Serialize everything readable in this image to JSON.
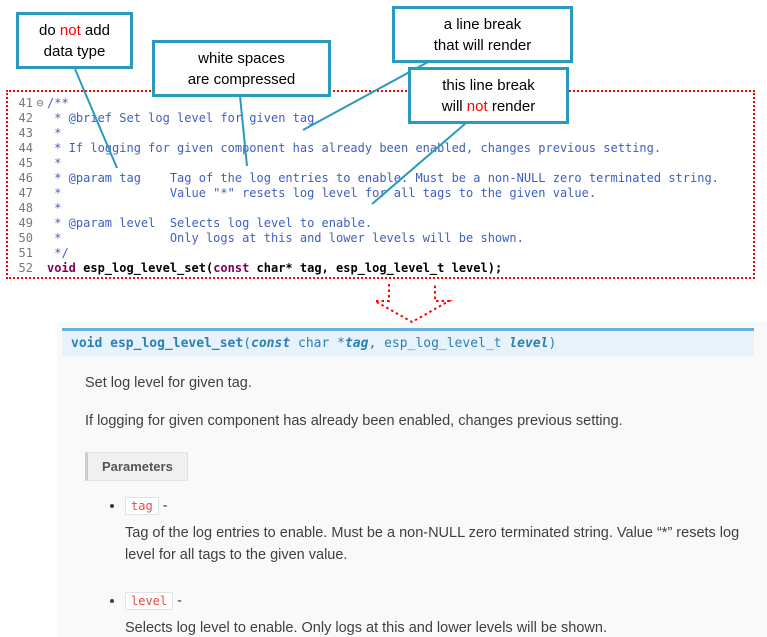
{
  "callouts": {
    "box1": {
      "l1a": "do ",
      "l1b": "not",
      "l1c": " add",
      "l2": "data type"
    },
    "box2": {
      "l1": "white spaces",
      "l2": "are compressed"
    },
    "box3": {
      "l1": "a line break",
      "l2": "that will render"
    },
    "box4": {
      "l1": "this line break",
      "l2a": "will ",
      "l2b": "not",
      "l2c": " render"
    }
  },
  "code": {
    "lines": [
      {
        "num": "41",
        "fold": "⊖",
        "text": "/**"
      },
      {
        "num": "42",
        "text": " * @brief Set log level for given tag"
      },
      {
        "num": "43",
        "text": " *"
      },
      {
        "num": "44",
        "text": " * If logging for given component has already been enabled, changes previous setting."
      },
      {
        "num": "45",
        "text": " *"
      },
      {
        "num": "46",
        "text": " * @param tag    Tag of the log entries to enable. Must be a non-NULL zero terminated string."
      },
      {
        "num": "47",
        "text": " *               Value \"*\" resets log level for all tags to the given value."
      },
      {
        "num": "48",
        "text": " *"
      },
      {
        "num": "49",
        "text": " * @param level  Selects log level to enable."
      },
      {
        "num": "50",
        "text": " *               Only logs at this and lower levels will be shown."
      },
      {
        "num": "51",
        "text": " */"
      },
      {
        "num": "52"
      }
    ],
    "line52": {
      "kw1": "void",
      "t1": " esp_log_level_set(",
      "kw2": "const",
      "t2": " char* tag, esp_log_level_t level);"
    }
  },
  "doc": {
    "signature": {
      "kw_void": "void",
      "name": " esp_log_level_set",
      "open": "(",
      "kw_const": "const",
      "type1": " char *",
      "arg1": "tag",
      "sep": ", ",
      "type2": "esp_log_level_t ",
      "arg2": "level",
      "close": ")"
    },
    "p1": "Set log level for given tag.",
    "p2": "If logging for given component has already been enabled, changes previous setting.",
    "params_label": "Parameters",
    "items": [
      {
        "name": "tag",
        "dash": " - ",
        "desc": "Tag of the log entries to enable. Must be a non-NULL zero terminated string. Value “*” resets log level for all tags to the given value."
      },
      {
        "name": "level",
        "dash": " - ",
        "desc": "Selects log level to enable. Only logs at this and lower levels will be shown."
      }
    ]
  }
}
